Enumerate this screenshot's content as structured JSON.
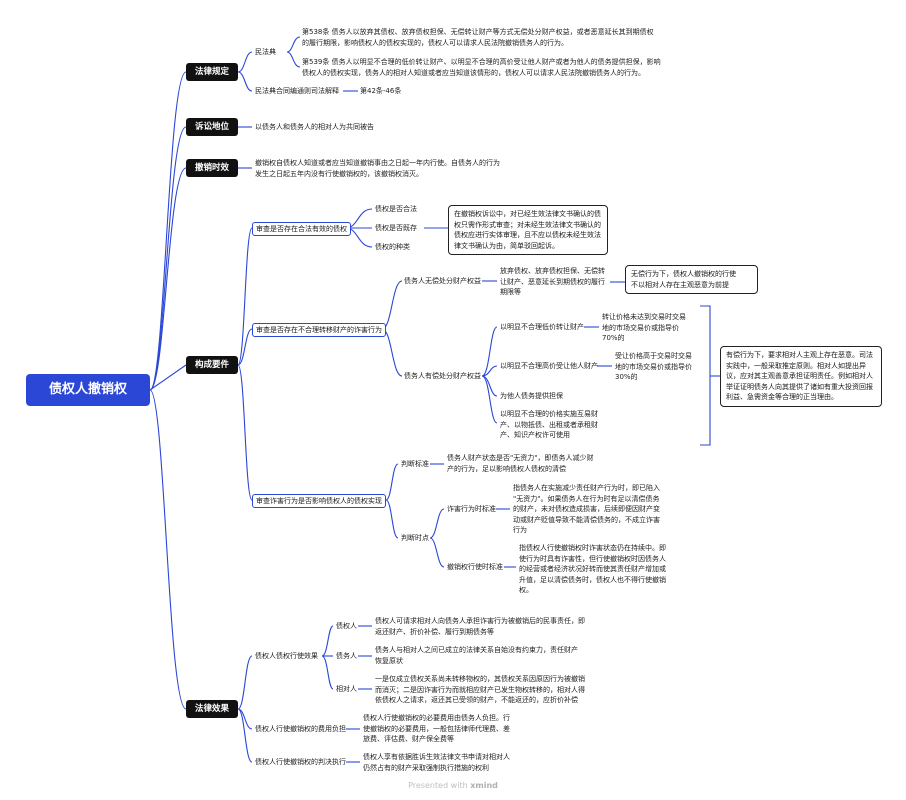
{
  "root": "债权人撤销权",
  "legal_provisions": {
    "label": "法律规定",
    "civil_code": "民法典",
    "art538": "第538条 债务人以放弃其债权、放弃债权担保、无偿转让财产等方式无偿处分财产权益，或者恶意延长其到期债权\n的履行期限，影响债权人的债权实现的，债权人可以请求人民法院撤销债务人的行为。",
    "art539": "第539条 债务人以明显不合理的低价转让财产、以明显不合理的高价受让他人财产或者为他人的债务提供担保，影响\n债权人的债权实现，债务人的相对人知道或者应当知道该情形的，债权人可以请求人民法院撤销债务人的行为。",
    "interpretation": "民法典合同编通则司法解释",
    "articles": "第42条-46条"
  },
  "litigation_status": {
    "label": "诉讼地位",
    "text": "以债务人和债务人的相对人为共同被告"
  },
  "time_limit": {
    "label": "撤销时效",
    "text": "撤销权自债权人知道或者应当知道撤销事由之日起一年内行使。自债务人的行为\n发生之日起五年内没有行使撤销权的，该撤销权消灭。"
  },
  "elements": {
    "label": "构成要件",
    "valid_claim": {
      "label": "审查是否存在合法有效的债权",
      "items": [
        "债权是否合法",
        "债权是否既存",
        "债权的种类"
      ],
      "note": "在撤销权诉讼中，对已经生效法律文书确认的债\n权只需作形式审查；对未经生效法律文书确认的\n债权应进行实体审理，且不应以债权未经生效法\n律文书确认为由，简单驳回起诉。"
    },
    "fraud_transfer": {
      "label": "审查是否存在不合理转移财产的诈害行为",
      "gratuitous": {
        "label": "债务人无偿处分财产权益",
        "text": "放弃债权、放弃债权担保、无偿转\n让财产、恶意延长到期债权的履行\n期限等",
        "note": "无偿行为下，债权人撤销权的行使\n不以相对人存在主观恶意为前提"
      },
      "onerous": {
        "label": "债务人有偿处分财产权益",
        "low_price": "以明显不合理低价转让财产",
        "low_price_desc": "转让价格未达到交易时交易\n地的市场交易价或指导价\n70%的",
        "high_price": "以明显不合理高价受让他人财产",
        "high_price_desc": "受让价格高于交易时交易\n地的市场交易价或指导价\n30%的",
        "guarantee": "为他人债务提供担保",
        "other": "以明显不合理的价格实施互易财\n产、以物抵债、出租或者承租财\n产、知识产权许可使用",
        "note": "有偿行为下，要求相对人主观上存在恶意。司法\n实践中，一般采取推定原则。相对人如提出异\n议，应对其主观善意承担证明责任。例如相对人\n举证证明债务人向其提供了诸如有重大投资回报\n利益、急需资金等合理的正当理由。"
      }
    },
    "impact": {
      "label": "审查诈害行为是否影响债权人的债权实现",
      "standard": "判断标准",
      "standard_text": "债务人财产状态是否\"无资力\"，即债务人减少财\n产的行为，足以影响债权人债权的清偿",
      "timing": "判断时点",
      "fraud_time": "诈害行为时标准",
      "fraud_time_text": "指债务人在实施减少责任财产行为时，即已陷入\n\"无资力\"。如果债务人在行为时有足以清偿债务\n的财产，未对债权造成损害，后续即便因财产变\n动或财产贬值导致不能清偿债务的，不成立诈害\n行为",
      "exercise_time": "撤销权行使时标准",
      "exercise_time_text": "指债权人行使撤销权时诈害状态仍在持续中。即\n使行为时具有诈害性，但行使撤销权时因债务人\n的经营或者经济状况好转而使其责任财产增加或\n升值，足以清偿债务时，债权人也不得行使撤销\n权。"
    }
  },
  "effects": {
    "label": "法律效果",
    "exercise": {
      "label": "债权人债权行使效果",
      "creditor": "债权人",
      "creditor_text": "债权人可请求相对人向债务人承担诈害行为被撤销后的民事责任，即\n返还财产、折价补偿、履行到期债务等",
      "debtor": "债务人",
      "debtor_text": "债务人与相对人之间已成立的法律关系自始没有约束力，责任财产\n恢复原状",
      "counterparty": "相对人",
      "counterparty_text": "一是仅成立债权关系尚未转移物权的，其债权关系因原因行为被撤销\n而消灭；二是因诈害行为而就相应财产已发生物权转移的，相对人得\n依债权人之请求，返还其已受领的财产，不能返还的，应折价补偿"
    },
    "cost": {
      "label": "债权人行使撤销权的费用负担",
      "text": "债权人行使撤销权的必要费用由债务人负担。行\n使撤销权的必要费用，一般包括律师代理费、差\n旅费、评估费、财产保全费等"
    },
    "enforcement": {
      "label": "债权人行使撤销权的判决执行",
      "text": "债权人享有依据胜诉生效法律文书申请对相对人\n仍然占有的财产采取强制执行措施的权利"
    }
  },
  "footer": {
    "prefix": "Presented with ",
    "brand": "xmind"
  }
}
